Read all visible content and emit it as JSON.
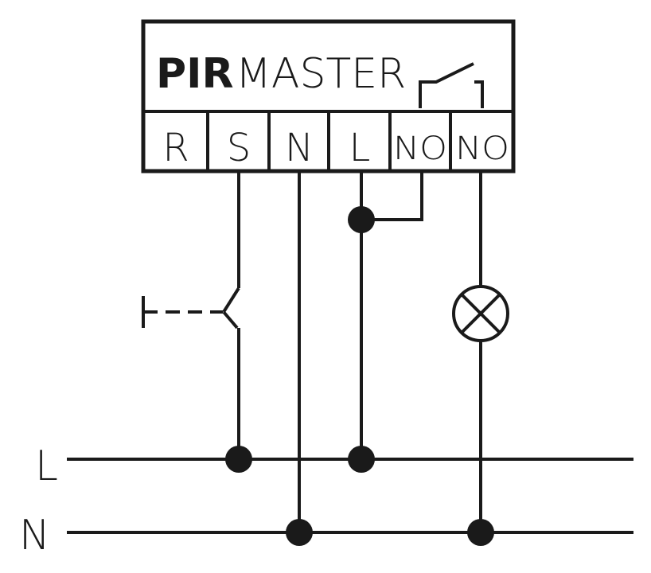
{
  "device": {
    "title_bold": "PIR",
    "title_light": "MASTER",
    "terminals": [
      "R",
      "S",
      "N",
      "L",
      "NO",
      "NO"
    ]
  },
  "bus": {
    "line_label": "L",
    "neutral_label": "N"
  },
  "colors": {
    "ink": "#1a1a1a",
    "background": "#ffffff"
  },
  "icons": {
    "relay": "relay-contact-icon",
    "switch": "push-button-icon",
    "lamp": "lamp-icon"
  }
}
